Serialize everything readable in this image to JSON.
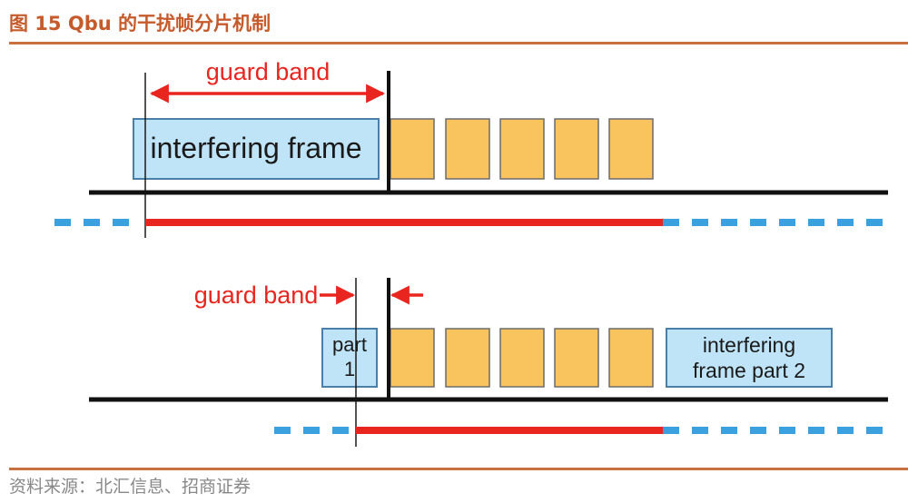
{
  "header": {
    "title": "图 15 Qbu 的干扰帧分片机制"
  },
  "footer": {
    "source": "资料来源：北汇信息、招商证券"
  },
  "diagram": {
    "top": {
      "guard_band_label": "guard band",
      "interfering_frame_label": "interfering frame",
      "queued_frame_count": 5
    },
    "bottom": {
      "guard_band_label": "guard band",
      "part1_line1": "part",
      "part1_line2": "1",
      "part2_line1": "interfering",
      "part2_line2": "frame part 2",
      "queued_frame_count": 5
    }
  },
  "colors": {
    "frame_blue_fill": "#bfe3f7",
    "frame_orange_fill": "#f9c45d",
    "guard_red": "#e8261f",
    "timeline_blue": "#3aa0de",
    "title_color": "#c55a2b"
  }
}
